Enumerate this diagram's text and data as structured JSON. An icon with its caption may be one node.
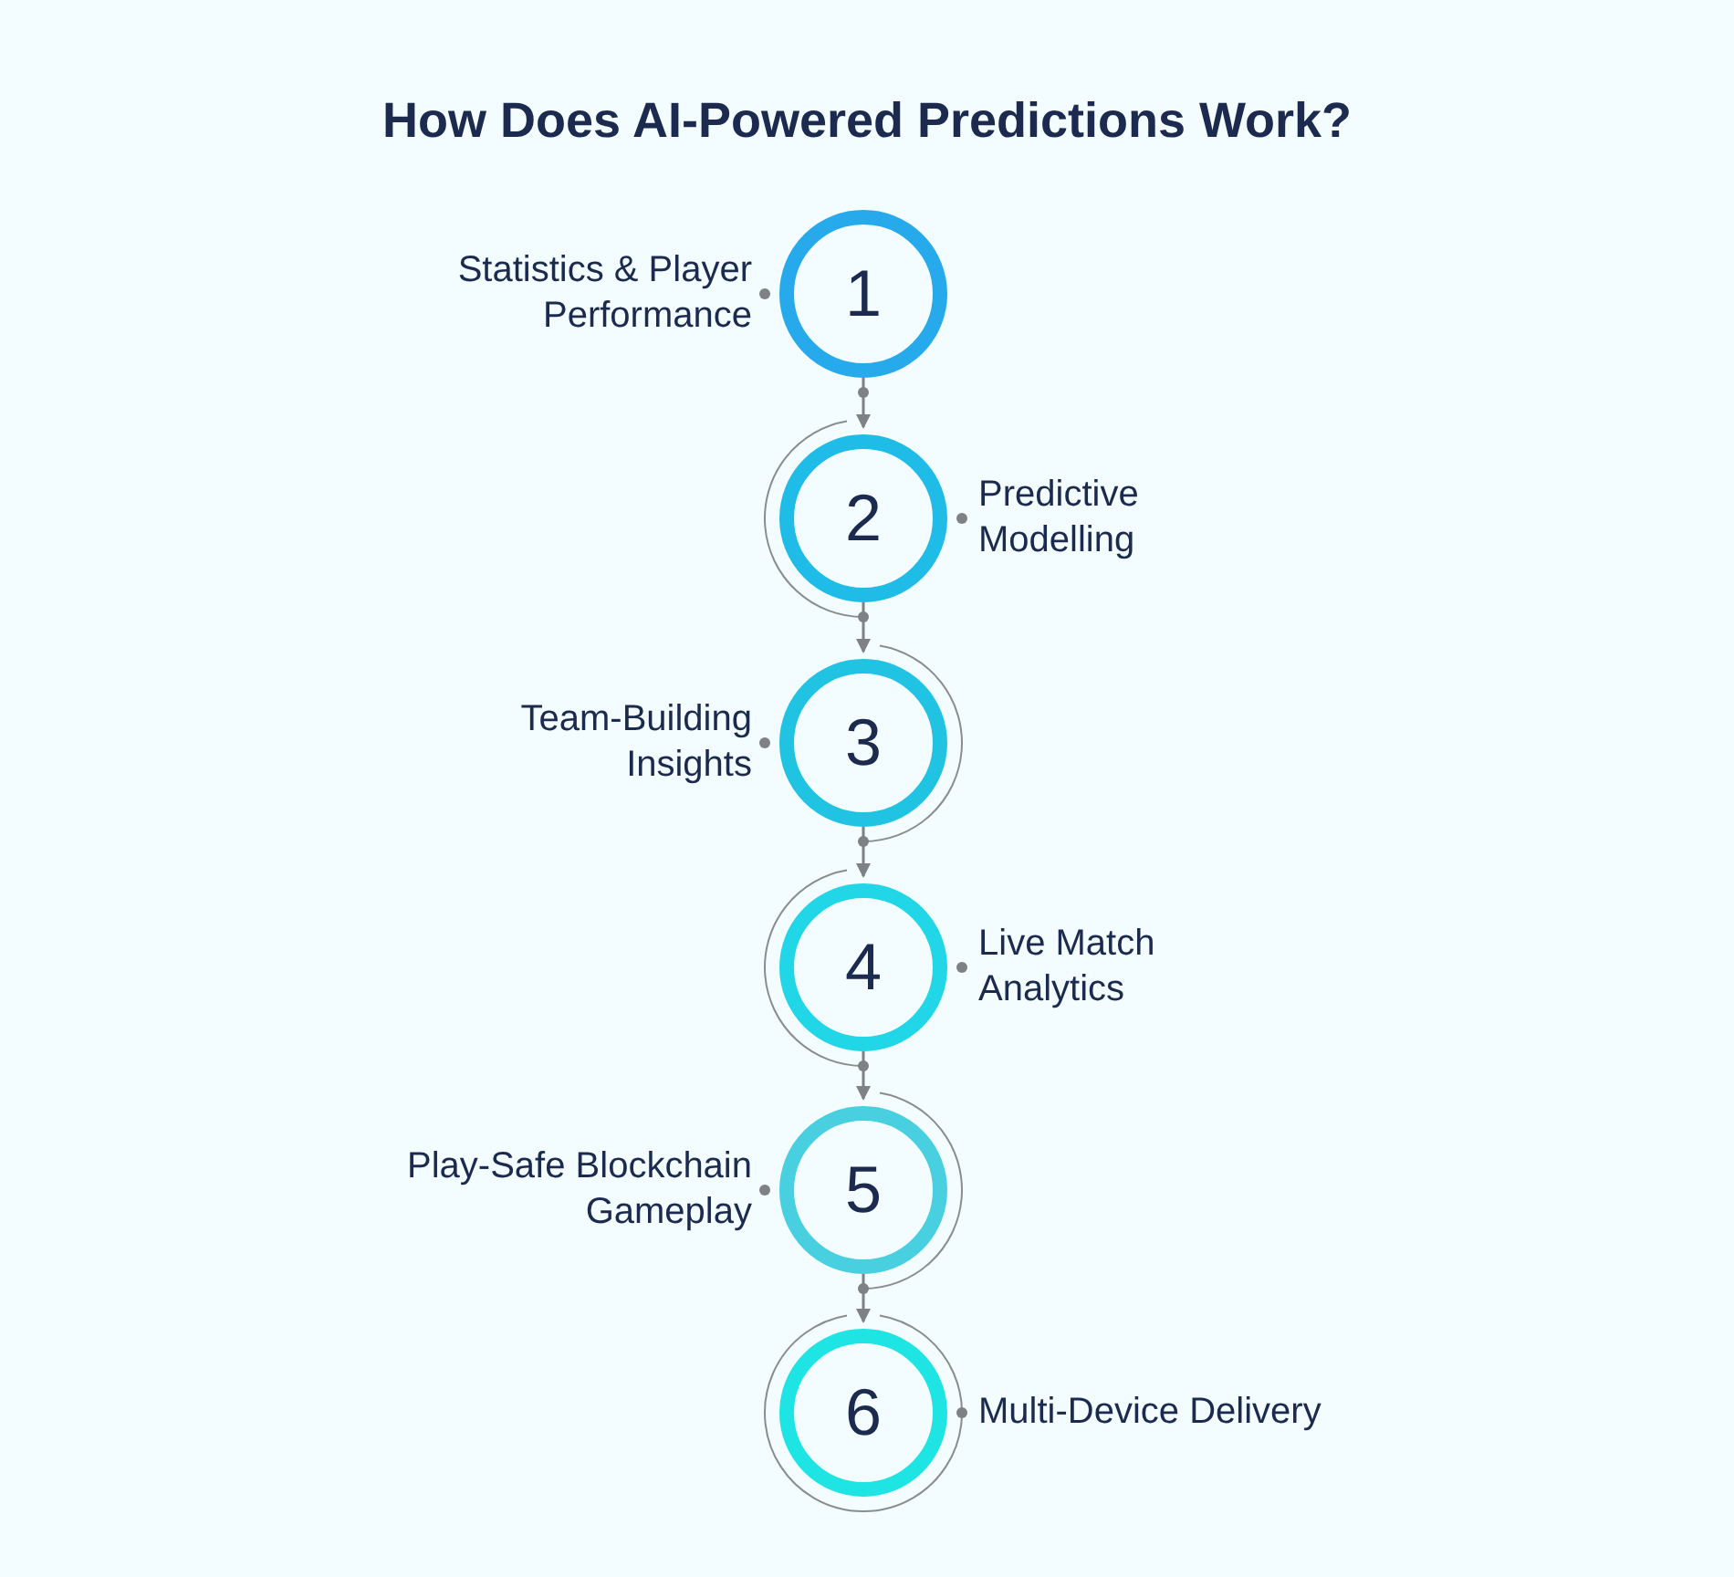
{
  "diagram": {
    "title": "How Does AI-Powered Predictions Work?",
    "nodes": [
      {
        "text": [
          "1"
        ],
        "beside": [
          "Statistics & Player Performance"
        ]
      },
      {
        "text": [
          "2"
        ],
        "beside": [
          "Predictive Modelling"
        ]
      },
      {
        "text": [
          "3"
        ],
        "beside": [
          "Team-Building Insights"
        ]
      },
      {
        "text": [
          "4"
        ],
        "beside": [
          "Live Match Analytics"
        ]
      },
      {
        "text": [
          "5"
        ],
        "beside": [
          "Play-Safe Blockchain Gameplay"
        ]
      },
      {
        "text": [
          "6"
        ],
        "beside": [
          "Multi-Device Delivery"
        ]
      }
    ],
    "edges": [
      {
        "from": 0,
        "to": 1,
        "arrow": "to"
      },
      {
        "from": 1,
        "to": 2,
        "arrow": "to"
      },
      {
        "from": 2,
        "to": 3,
        "arrow": "to"
      },
      {
        "from": 3,
        "to": 4,
        "arrow": "to"
      },
      {
        "from": 4,
        "to": 5,
        "arrow": "to"
      }
    ]
  }
}
